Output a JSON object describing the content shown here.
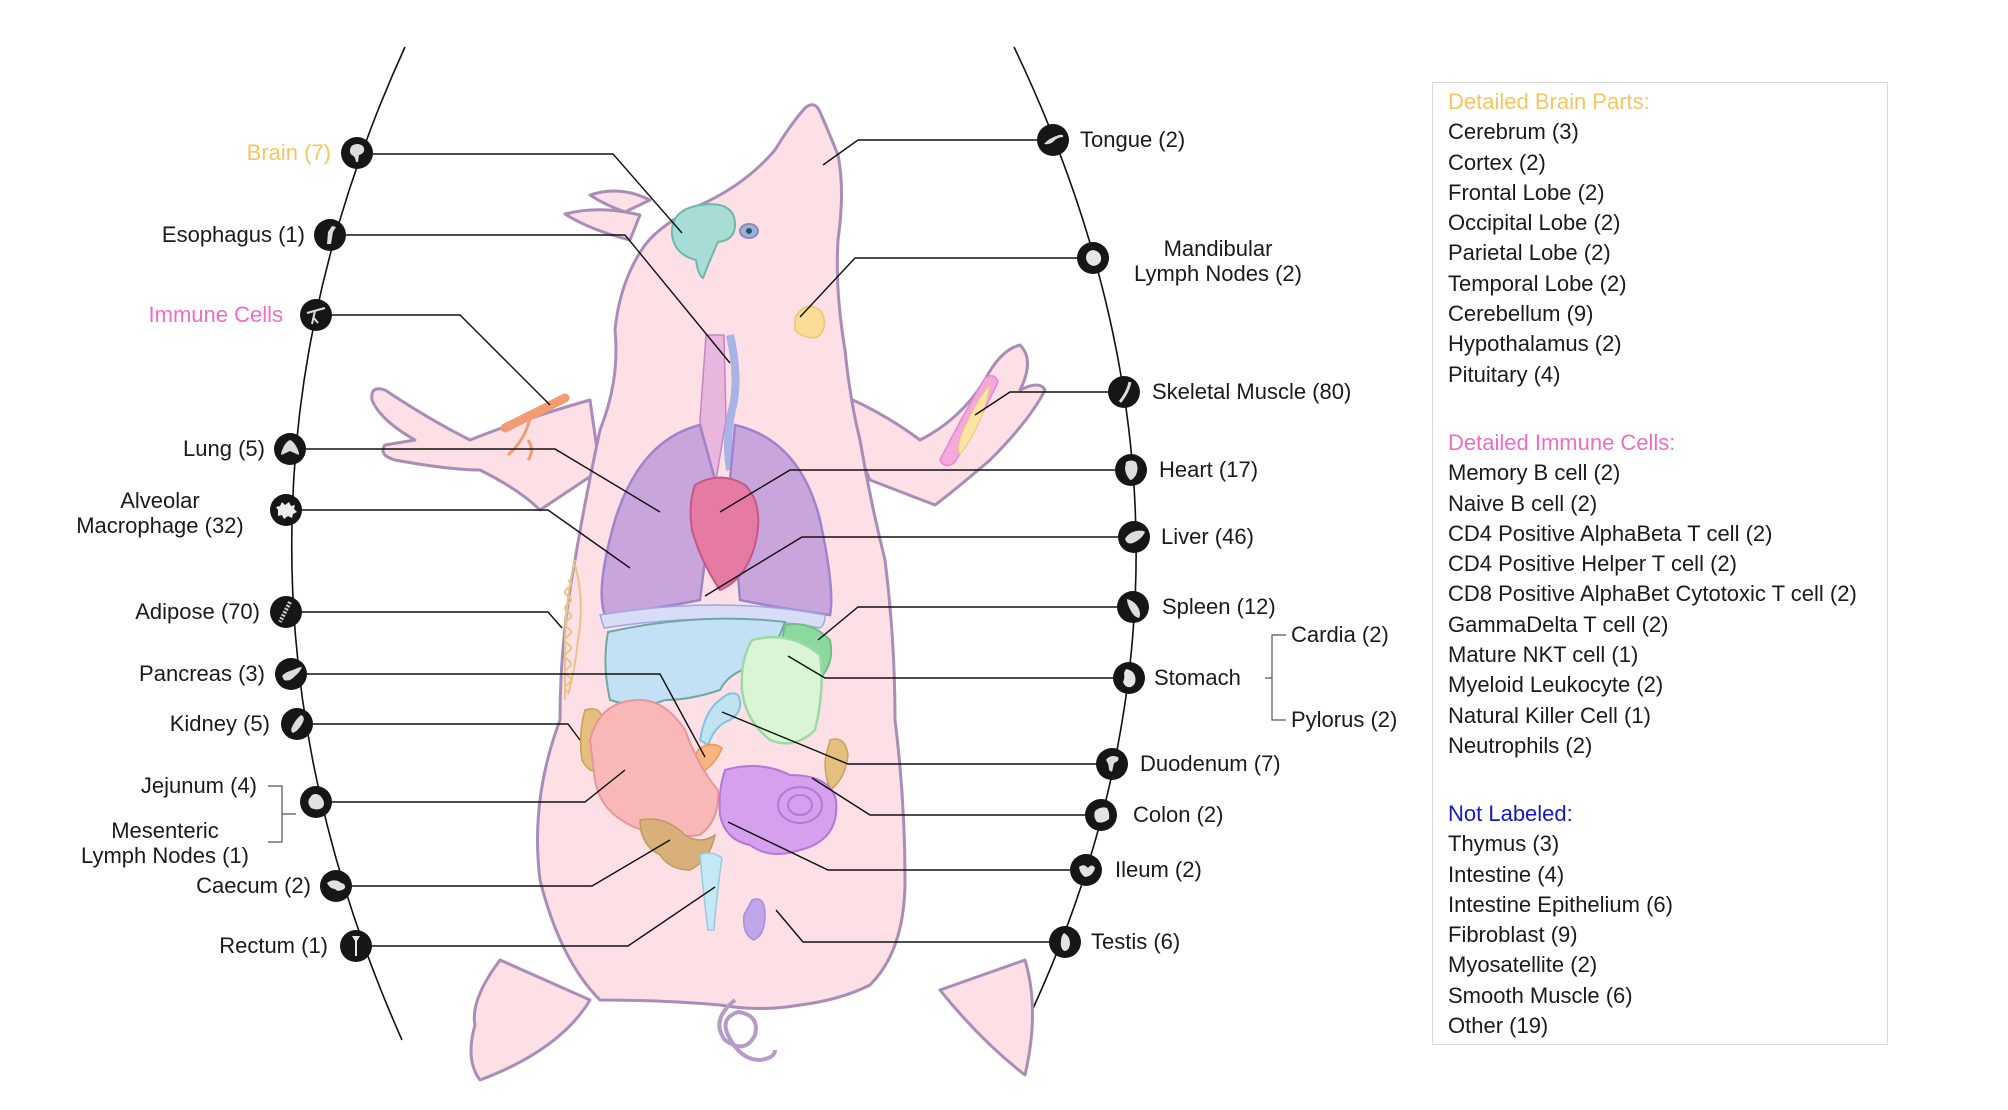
{
  "colors": {
    "brain_accent": "#F5C560",
    "immune_accent": "#EF6CC6",
    "not_labeled_accent": "#1717D0",
    "pig_skin": "#FDE0E6",
    "pig_outline": "#A78DB8",
    "icon_bg": "#161616",
    "text": "#1a1a1a"
  },
  "left_labels": [
    {
      "id": "brain",
      "label": "Brain (7)",
      "color": "#F5C560",
      "icon": "brain-icon"
    },
    {
      "id": "esophagus",
      "label": "Esophagus (1)",
      "icon": "esophagus-icon"
    },
    {
      "id": "immune",
      "label": "Immune Cells",
      "color": "#EF6CC6",
      "icon": "immune-cells-icon"
    },
    {
      "id": "lung",
      "label": "Lung (5)",
      "icon": "lung-icon"
    },
    {
      "id": "alveolar",
      "label_line1": "Alveolar",
      "label_line2": "Macrophage (32)",
      "icon": "macrophage-icon"
    },
    {
      "id": "adipose",
      "label": "Adipose (70)",
      "icon": "adipose-icon"
    },
    {
      "id": "pancreas",
      "label": "Pancreas (3)",
      "icon": "pancreas-icon"
    },
    {
      "id": "kidney",
      "label": "Kidney (5)",
      "icon": "kidney-icon"
    },
    {
      "id": "jejunum",
      "label": "Jejunum (4)",
      "icon": "jejunum-icon"
    },
    {
      "id": "mesenteric",
      "label_line1": "Mesenteric",
      "label_line2": "Lymph Nodes (1)"
    },
    {
      "id": "caecum",
      "label": "Caecum (2)",
      "icon": "caecum-icon"
    },
    {
      "id": "rectum",
      "label": "Rectum (1)",
      "icon": "rectum-icon"
    }
  ],
  "right_labels": [
    {
      "id": "tongue",
      "label": "Tongue (2)",
      "icon": "tongue-icon"
    },
    {
      "id": "mandibular",
      "label_line1": "Mandibular",
      "label_line2": "Lymph Nodes (2)",
      "icon": "lymph-node-icon"
    },
    {
      "id": "skeletal",
      "label": "Skeletal Muscle (80)",
      "icon": "muscle-icon"
    },
    {
      "id": "heart",
      "label": "Heart (17)",
      "icon": "heart-icon"
    },
    {
      "id": "liver",
      "label": "Liver (46)",
      "icon": "liver-icon"
    },
    {
      "id": "spleen",
      "label": "Spleen (12)",
      "icon": "spleen-icon"
    },
    {
      "id": "stomach",
      "label": "Stomach",
      "icon": "stomach-icon"
    },
    {
      "id": "cardia",
      "label": "Cardia (2)"
    },
    {
      "id": "pylorus",
      "label": "Pylorus (2)"
    },
    {
      "id": "duodenum",
      "label": "Duodenum (7)",
      "icon": "duodenum-icon"
    },
    {
      "id": "colon",
      "label": "Colon (2)",
      "icon": "colon-icon"
    },
    {
      "id": "ileum",
      "label": "Ileum (2)",
      "icon": "ileum-icon"
    },
    {
      "id": "testis",
      "label": "Testis (6)",
      "icon": "testis-icon"
    }
  ],
  "legend": {
    "brain": {
      "title": "Detailed Brain Parts:",
      "items": [
        "Cerebrum (3)",
        "Cortex (2)",
        "Frontal Lobe (2)",
        "Occipital Lobe (2)",
        "Parietal Lobe (2)",
        "Temporal Lobe (2)",
        "Cerebellum (9)",
        "Hypothalamus (2)",
        "Pituitary (4)"
      ]
    },
    "immune": {
      "title": "Detailed Immune Cells:",
      "items": [
        "Memory B cell (2)",
        "Naive B cell (2)",
        "CD4 Positive AlphaBeta T cell (2)",
        "CD4 Positive Helper T cell (2)",
        "CD8 Positive AlphaBet Cytotoxic T cell (2)",
        "GammaDelta T cell (2)",
        "Mature NKT cell (1)",
        "Myeloid Leukocyte (2)",
        "Natural Killer Cell (1)",
        "Neutrophils (2)"
      ]
    },
    "not_labeled": {
      "title": "Not Labeled:",
      "items": [
        "Thymus (3)",
        "Intestine (4)",
        "Intestine Epithelium (6)",
        "Fibroblast (9)",
        "Myosatellite (2)",
        "Smooth Muscle (6)",
        "Other (19)"
      ]
    }
  }
}
